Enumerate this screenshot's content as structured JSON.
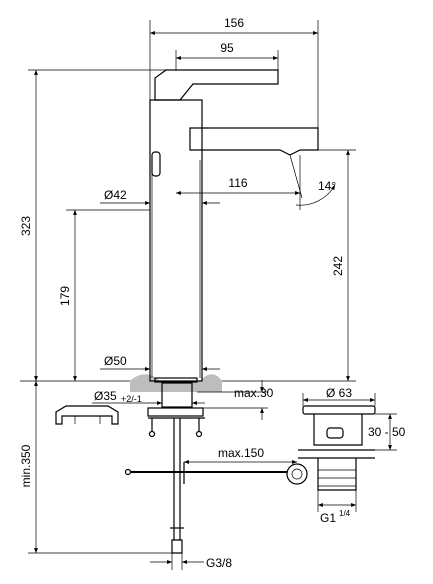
{
  "dimensions": {
    "d156": "156",
    "d95": "95",
    "d323": "323",
    "d42": "Ø42",
    "d116": "116",
    "d14": "14°",
    "d179": "179",
    "d242": "242",
    "d50": "Ø50",
    "d35": "Ø35",
    "d35_tol": "+2/-1",
    "max30": "max.30",
    "d63": "Ø 63",
    "d30_50": "30 - 50",
    "min350": "min.350",
    "max150": "max.150",
    "g114": "G1",
    "g114_sup": "1/4",
    "g38": "G3/8"
  }
}
